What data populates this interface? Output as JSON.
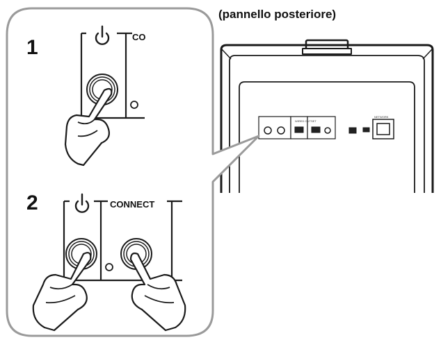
{
  "caption": "(pannello posteriore)",
  "steps": [
    {
      "number": "1",
      "connect_label": "CO"
    },
    {
      "number": "2",
      "connect_label": "CONNECT"
    }
  ],
  "panel_labels": [
    "WIRED OUT",
    "SET",
    "NETWORK"
  ],
  "colors": {
    "line": "#1a1a1a",
    "callout_border": "#9a9a9a",
    "panel_fill": "#ffffff",
    "background": "#ffffff"
  },
  "icons": [
    "power-icon",
    "hand-icon",
    "ethernet-port-icon",
    "connect-button-icon"
  ]
}
